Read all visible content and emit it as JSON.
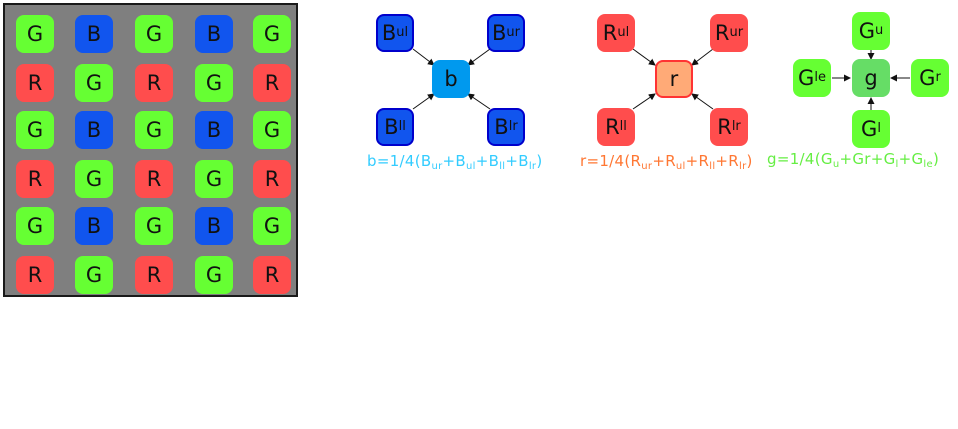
{
  "colors": {
    "G": "#66ff33",
    "B": "#1155ee",
    "R": "#ff4d4d",
    "b_center": "#0099ee",
    "r_center": "#ffaa77",
    "r_center_border": "#ff3333",
    "g_center": "#66dd66",
    "b_formula": "#33ccff",
    "r_formula": "#ff7733",
    "g_formula": "#66ee44",
    "B_border": "#0000cc"
  },
  "mosaic": {
    "rows": [
      [
        "G",
        "B",
        "G",
        "B",
        "G"
      ],
      [
        "R",
        "G",
        "R",
        "G",
        "R"
      ],
      [
        "G",
        "B",
        "G",
        "B",
        "G"
      ],
      [
        "R",
        "G",
        "R",
        "G",
        "R"
      ],
      [
        "G",
        "B",
        "G",
        "B",
        "G"
      ],
      [
        "R",
        "G",
        "R",
        "G",
        "R"
      ]
    ]
  },
  "b_group": {
    "center": "b",
    "ul": {
      "base": "B",
      "sub": "ul"
    },
    "ur": {
      "base": "B",
      "sub": "ur"
    },
    "ll": {
      "base": "B",
      "sub": "ll"
    },
    "lr": {
      "base": "B",
      "sub": "lr"
    },
    "formula": [
      {
        "t": "b=1/4(B"
      },
      {
        "s": "ur"
      },
      {
        "t": "+B"
      },
      {
        "s": "ul"
      },
      {
        "t": "+B"
      },
      {
        "s": "ll"
      },
      {
        "t": "+B"
      },
      {
        "s": "lr"
      },
      {
        "t": ")"
      }
    ]
  },
  "r_group": {
    "center": "r",
    "ul": {
      "base": "R",
      "sub": "ul"
    },
    "ur": {
      "base": "R",
      "sub": "ur"
    },
    "ll": {
      "base": "R",
      "sub": "ll"
    },
    "lr": {
      "base": "R",
      "sub": "lr"
    },
    "formula": [
      {
        "t": "r=1/4(R"
      },
      {
        "s": "ur"
      },
      {
        "t": "+R"
      },
      {
        "s": "ul"
      },
      {
        "t": "+R"
      },
      {
        "s": "ll"
      },
      {
        "t": "+R"
      },
      {
        "s": "lr"
      },
      {
        "t": ")"
      }
    ]
  },
  "g_group": {
    "center": "g",
    "u": {
      "base": "G",
      "sub": "u"
    },
    "le": {
      "base": "G",
      "sub": "le"
    },
    "r": {
      "base": "G",
      "sub": "r"
    },
    "l": {
      "base": "G",
      "sub": "l"
    },
    "formula": [
      {
        "t": "g=1/4(G"
      },
      {
        "s": "u"
      },
      {
        "t": "+Gr+G"
      },
      {
        "s": "l"
      },
      {
        "t": "+G"
      },
      {
        "s": "le"
      },
      {
        "t": ")"
      }
    ]
  }
}
